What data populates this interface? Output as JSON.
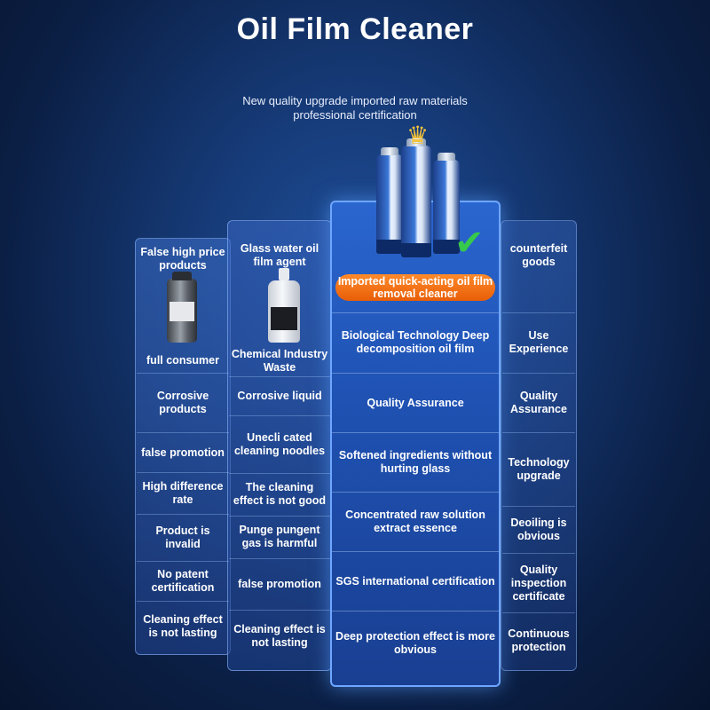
{
  "header": {
    "title": "Oil Film Cleaner",
    "subtitle_line1": "New quality upgrade imported raw materials",
    "subtitle_line2": "professional certification"
  },
  "product": {
    "banner": "Imported quick-acting oil film removal cleaner",
    "check_icon": "checkmark-icon",
    "crown_icon": "crown-icon"
  },
  "columns": {
    "false_high_price": {
      "header": "False high price products",
      "rows": [
        "full consumer",
        "Corrosive products",
        "false promotion",
        "High difference rate",
        "Product is invalid",
        "No patent certification",
        "Cleaning effect is not lasting"
      ]
    },
    "glass_water": {
      "header": "Glass water oil film agent",
      "rows": [
        "Chemical Industry Waste",
        "Corrosive liquid",
        "Unecli cated cleaning noodles",
        "The cleaning effect is not good",
        "Punge pungent gas is harmful",
        "false promotion",
        "Cleaning effect is not lasting"
      ]
    },
    "imported": {
      "rows": [
        "Biological Technology Deep decomposition oil film",
        "Quality Assurance",
        "Softened ingredients without hurting glass",
        "Concentrated raw solution extract essence",
        "SGS international certification",
        "Deep protection effect is more obvious"
      ]
    },
    "counterfeit": {
      "header": "counterfeit goods",
      "rows": [
        "Use Experience",
        "Quality Assurance",
        "Technology upgrade",
        "Deoiling is obvious",
        "Quality inspection certificate",
        "Continuous protection"
      ]
    }
  },
  "colors": {
    "highlight": "#1f52b3",
    "banner": "#e85e08",
    "check": "#37c94b"
  }
}
